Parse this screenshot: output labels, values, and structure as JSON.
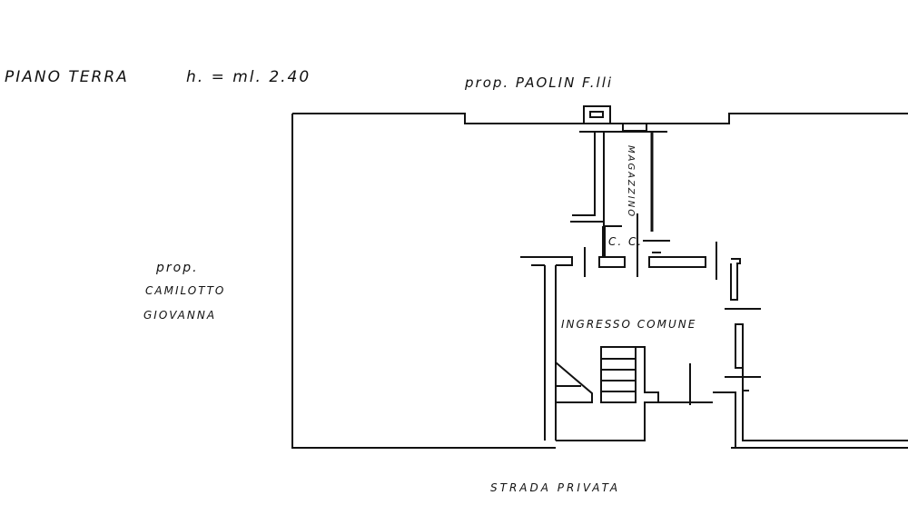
{
  "title": "PIANO TERRA",
  "height_label": "h. = ml. 2.40",
  "neighbor_top": "prop. PAOLIN F.lli",
  "neighbor_left": [
    "prop.",
    "CAMILOTTO",
    "GIOVANNA"
  ],
  "rooms": {
    "magazzino": "MAGAZZINO",
    "cc": "C. C.",
    "ingresso": "INGRESSO COMUNE"
  },
  "street": "STRADA PRIVATA"
}
